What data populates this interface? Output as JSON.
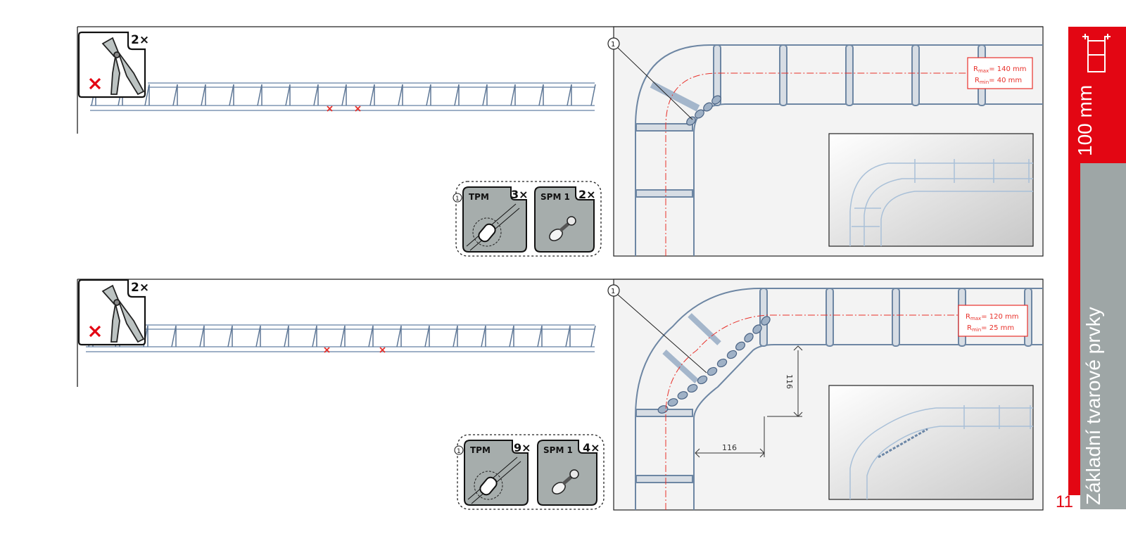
{
  "side": {
    "width_label": "100 mm",
    "section_title": "Základní tvarové prvky",
    "page_number": "11",
    "accent": "#e30613",
    "gray": "#9ea6a6"
  },
  "steps": [
    {
      "cut_count": "2×",
      "callout": "1",
      "parts": [
        {
          "code": "TPM",
          "count": "3×"
        },
        {
          "code": "SPM 1",
          "count": "2×"
        }
      ],
      "rmax_label": "R",
      "rmax_sub": "max",
      "rmax_value": "= 140 mm",
      "rmin_label": "R",
      "rmin_sub": "min",
      "rmin_value": "= 40 mm"
    },
    {
      "cut_count": "2×",
      "callout": "1",
      "parts": [
        {
          "code": "TPM",
          "count": "9×"
        },
        {
          "code": "SPM 1",
          "count": "4×"
        }
      ],
      "rmax_label": "R",
      "rmax_sub": "max",
      "rmax_value": "= 120 mm",
      "rmin_label": "R",
      "rmin_sub": "min",
      "rmin_value": "= 25 mm",
      "dim_vertical": "116",
      "dim_horizontal": "116"
    }
  ]
}
